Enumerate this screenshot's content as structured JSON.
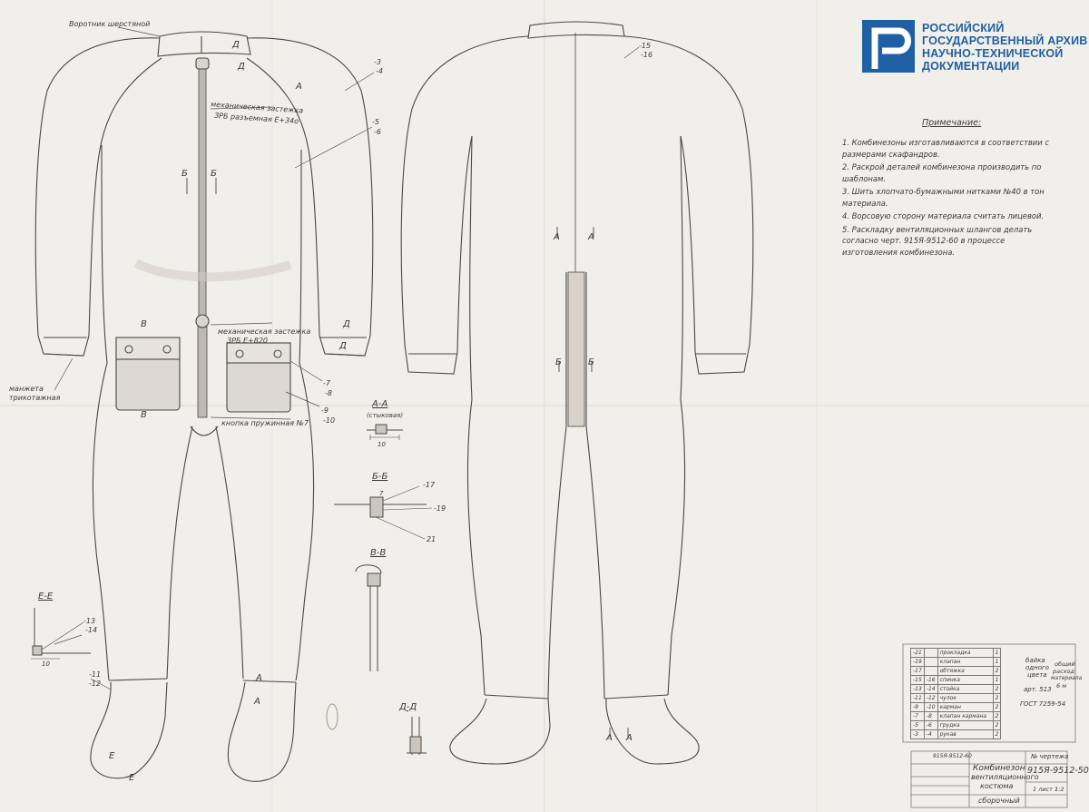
{
  "logo": {
    "line1": "РОССИЙСКИЙ",
    "line2": "ГОСУДАРСТВЕННЫЙ АРХИВ",
    "line3": "НАУЧНО-ТЕХНИЧЕСКОЙ",
    "line4": "ДОКУМЕНТАЦИИ"
  },
  "colors": {
    "paper": "#f1efe9",
    "ink": "#3b3a38",
    "brand": "#1f5fa3"
  },
  "notes": {
    "title": "Примечание:",
    "items": [
      "1. Комбинезоны изготавливаются в соответствии с размерами скафандров.",
      "2. Раскрой деталей комбинезона производить по шаблонам.",
      "3. Шить хлопчато-бумажными нитками №40 в тон материала.",
      "4. Ворсовую сторону материала считать лицевой.",
      "5. Раскладку вентиляционных шлангов делать согласно черт. 915Я-9512-60 в процессе изготовления комбинезона."
    ]
  },
  "labels": {
    "collar": "Воротник шерстяной",
    "zipper_top": "механическая застежка",
    "zipper_top2": "ЗРБ разъемная Е+34о",
    "zipper_bot": "механическая застежка",
    "zipper_bot2": "ЗРБ    Е+820",
    "button": "кнопка пружинная №7",
    "cuff": "манжета",
    "cuff2": "трикотажная",
    "ref_3": "-3",
    "ref_4": "-4",
    "ref_5": "-5",
    "ref_6": "-6",
    "ref_7": "-7",
    "ref_8": "-8",
    "ref_9": "-9",
    "ref_10": "-10",
    "ref_11": "-11",
    "ref_12": "-12",
    "ref_13": "-13",
    "ref_14": "-14",
    "ref_15": "-15",
    "ref_16": "-16",
    "ref_17": "-17",
    "ref_19": "-19",
    "ref_21": "21",
    "sec_AA": "А-А",
    "sec_AA_sub": "(стыковая)",
    "sec_BB": "Б-Б",
    "sec_VV": "В-В",
    "sec_EE": "Е-Е",
    "sec_DD": "Д-Д",
    "letter_A": "А",
    "letter_B": "Б",
    "letter_D": "Д",
    "letter_V": "В",
    "letter_E": "Е",
    "dim_10": "10",
    "dim_7": "7"
  },
  "parts": {
    "rows": [
      [
        "-21",
        "",
        "прокладка",
        "1"
      ],
      [
        "-19",
        "",
        "клапан",
        "1"
      ],
      [
        "-17",
        "",
        "обтяжка",
        "2"
      ],
      [
        "-15",
        "-16",
        "спинка",
        "1"
      ],
      [
        "-13",
        "-14",
        "стойка",
        "2"
      ],
      [
        "-11",
        "-12",
        "чулок",
        "2"
      ],
      [
        "-9",
        "-10",
        "карман",
        "2"
      ],
      [
        "-7",
        "-8",
        "клапан кармана",
        "2"
      ],
      [
        "-5",
        "-6",
        "грудка",
        "2"
      ],
      [
        "-3",
        "-4",
        "рукав",
        "2"
      ]
    ],
    "material1": "байка",
    "material2": "одного",
    "material3": "цвета",
    "art": "арт. 513",
    "gost": "ГОСТ 7259-54",
    "total1": "общий",
    "total2": "расход",
    "total3": "материала",
    "total4": "6 м"
  },
  "title_block": {
    "code_small": "915Я-9512-60",
    "name1": "Комбинезон",
    "name2": "вентиляционного",
    "name3": "костюма",
    "drawing_no_label": "№ чертежа",
    "drawing_no": "915Я-9512-50",
    "kind": "сборочный",
    "sheets": "1 лист 1",
    "scale": "1:2"
  }
}
